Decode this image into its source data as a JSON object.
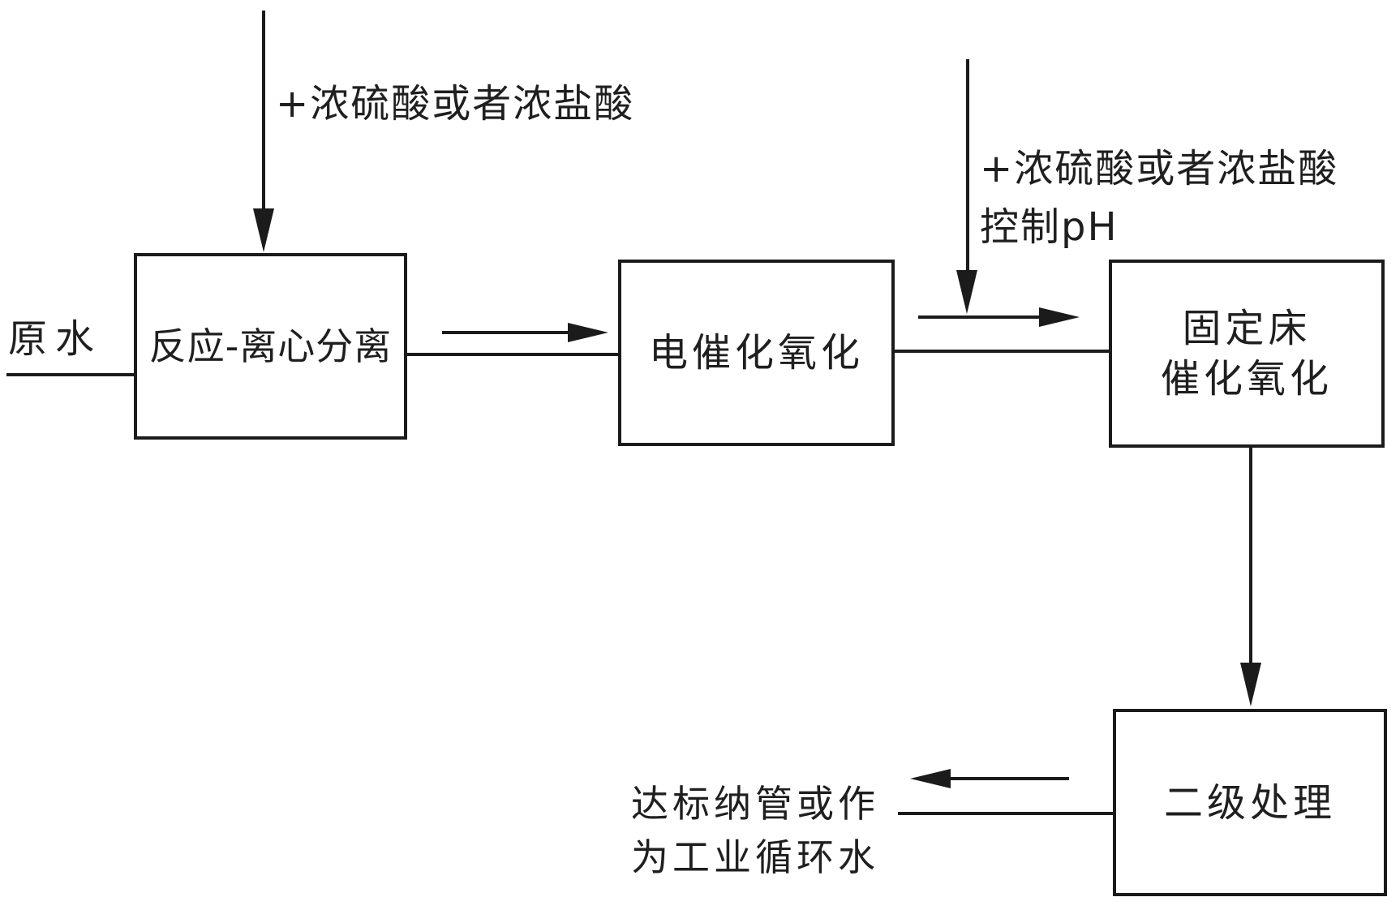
{
  "figure": {
    "kind": "process-flow-diagram",
    "background_color": "#ffffff",
    "line_color": "#1b1b1b"
  },
  "annotations": {
    "raw_water": "原水",
    "acid_feed_1": "+浓硫酸或者浓盐酸",
    "acid_feed_2_line1": "+浓硫酸或者浓盐酸",
    "acid_feed_2_line2": "控制pH",
    "outflow_line1": "达标纳管或作",
    "outflow_line2": "为工业循环水"
  },
  "process_boxes": [
    {
      "id": "reaction-centrifugal-separation",
      "label": "反应-离心分离"
    },
    {
      "id": "electrocatalytic-oxidation",
      "label": "电催化氧化"
    },
    {
      "id": "fixed-bed-catalytic-oxidation",
      "label_line1": "固定床",
      "label_line2": "催化氧化"
    },
    {
      "id": "secondary-treatment",
      "label": "二级处理"
    }
  ],
  "flow": {
    "sequence": [
      "原水",
      "反应-离心分离",
      "电催化氧化",
      "固定床催化氧化",
      "二级处理",
      "达标纳管或作为工业循环水"
    ]
  }
}
